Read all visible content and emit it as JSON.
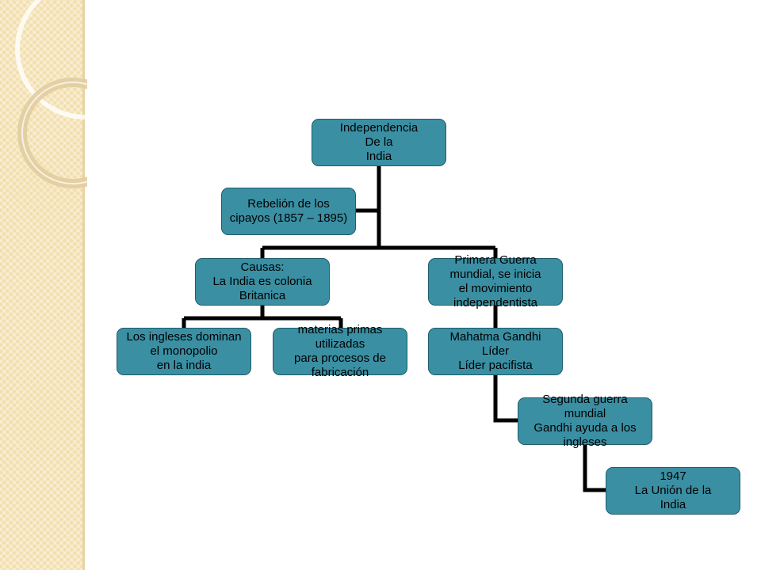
{
  "colors": {
    "node_fill": "#3a8fa3",
    "node_border": "#1f5c6b",
    "connector": "#000000",
    "sidebar": "#f3dfae"
  },
  "nodes": {
    "root": "Independencia\nDe la\nIndia",
    "rebelion": "Rebelión de los\ncipayos (1857 – 1895)",
    "causas": "Causas:\nLa India es colonia\nBritanica",
    "guerra1": "Primera Guerra\nmundial, se inicia\nel movimiento\nindependentista",
    "ingleses": "Los ingleses dominan\nel monopolio\nen la india",
    "materias": "materias primas\nutilizadas\npara procesos de\nfabricación",
    "gandhi": "Mahatma Gandhi\nLíder\nLíder pacifista",
    "guerra2": "Segunda guerra\nmundial\nGandhi ayuda a los\ningleses",
    "y1947": "1947\nLa Unión de la\nIndia"
  }
}
